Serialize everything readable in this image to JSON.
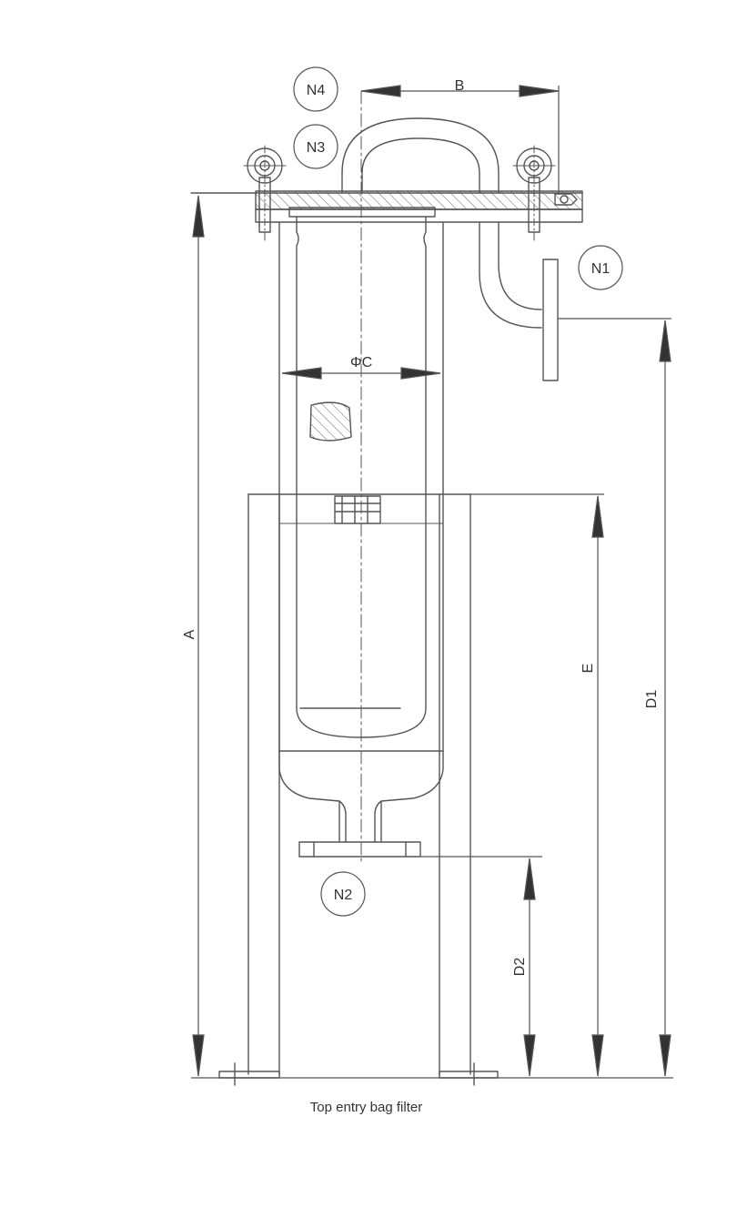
{
  "diagram": {
    "caption": "Top entry bag filter",
    "nozzles": {
      "n1": "N1",
      "n2": "N2",
      "n3": "N3",
      "n4": "N4"
    },
    "dimensions": {
      "a": "A",
      "b": "B",
      "c": "ΦC",
      "d1": "D1",
      "d2": "D2",
      "e": "E"
    },
    "colors": {
      "line": "#555555",
      "text": "#333333",
      "background": "#ffffff"
    }
  }
}
